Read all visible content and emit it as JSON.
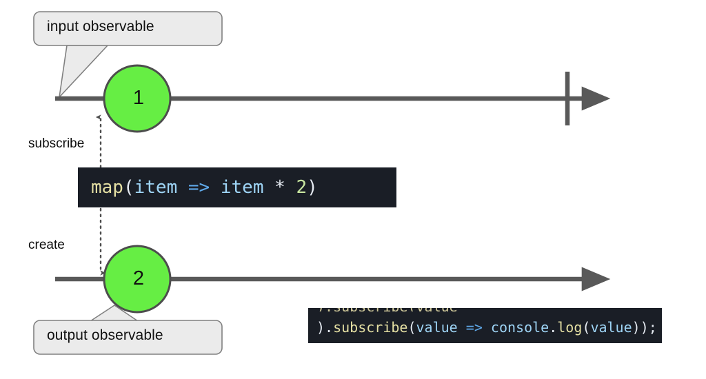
{
  "diagram": {
    "title": "RxJS map operator marble diagram",
    "colors": {
      "marble_fill": "#66ee44",
      "marble_stroke": "#4d4d4d",
      "timeline": "#595959",
      "callout_fill": "#ebebeb",
      "callout_stroke": "#808080",
      "code_background": "#1a1e26",
      "dotted_arrow": "#4d4d4d",
      "page_background": "#ffffff"
    },
    "callouts": [
      {
        "name": "input-observable",
        "text": "input observable"
      },
      {
        "name": "output-observable",
        "text": "output observable"
      }
    ],
    "side_labels": [
      {
        "name": "subscribe",
        "text": "subscribe"
      },
      {
        "name": "create",
        "text": "create"
      }
    ],
    "timelines": [
      {
        "name": "input-timeline",
        "role": "input observable",
        "marbles": [
          {
            "value": "1"
          }
        ],
        "has_completion_bar": true
      },
      {
        "name": "output-timeline",
        "role": "output observable",
        "marbles": [
          {
            "value": "2"
          }
        ],
        "has_completion_bar": false
      }
    ],
    "code_blocks": [
      {
        "name": "map-operator-code",
        "full_text": "map(item => item * 2)",
        "tokens": [
          {
            "text": "map",
            "kind": "fn"
          },
          {
            "text": "(",
            "kind": "punc"
          },
          {
            "text": "item",
            "kind": "var"
          },
          {
            "text": " ",
            "kind": "punc"
          },
          {
            "text": "=>",
            "kind": "arrow"
          },
          {
            "text": " ",
            "kind": "punc"
          },
          {
            "text": "item",
            "kind": "var"
          },
          {
            "text": " ",
            "kind": "punc"
          },
          {
            "text": "*",
            "kind": "op"
          },
          {
            "text": " ",
            "kind": "punc"
          },
          {
            "text": "2",
            "kind": "num"
          },
          {
            "text": ")",
            "kind": "punc"
          }
        ]
      },
      {
        "name": "subscribe-code",
        "full_text": ").subscribe(value => console.log(value));",
        "tokens": [
          {
            "text": ")",
            "kind": "punc"
          },
          {
            "text": ".",
            "kind": "punc"
          },
          {
            "text": "subscribe",
            "kind": "fn"
          },
          {
            "text": "(",
            "kind": "punc"
          },
          {
            "text": "value",
            "kind": "var"
          },
          {
            "text": " ",
            "kind": "punc"
          },
          {
            "text": "=>",
            "kind": "arrow"
          },
          {
            "text": " ",
            "kind": "punc"
          },
          {
            "text": "console",
            "kind": "var"
          },
          {
            "text": ".",
            "kind": "punc"
          },
          {
            "text": "log",
            "kind": "prop"
          },
          {
            "text": "(",
            "kind": "punc"
          },
          {
            "text": "value",
            "kind": "var"
          },
          {
            "text": ")",
            "kind": "punc"
          },
          {
            "text": ")",
            "kind": "punc"
          },
          {
            "text": ";",
            "kind": "punc"
          }
        ]
      }
    ],
    "marble_values": {
      "input": "1",
      "output": "2"
    }
  }
}
